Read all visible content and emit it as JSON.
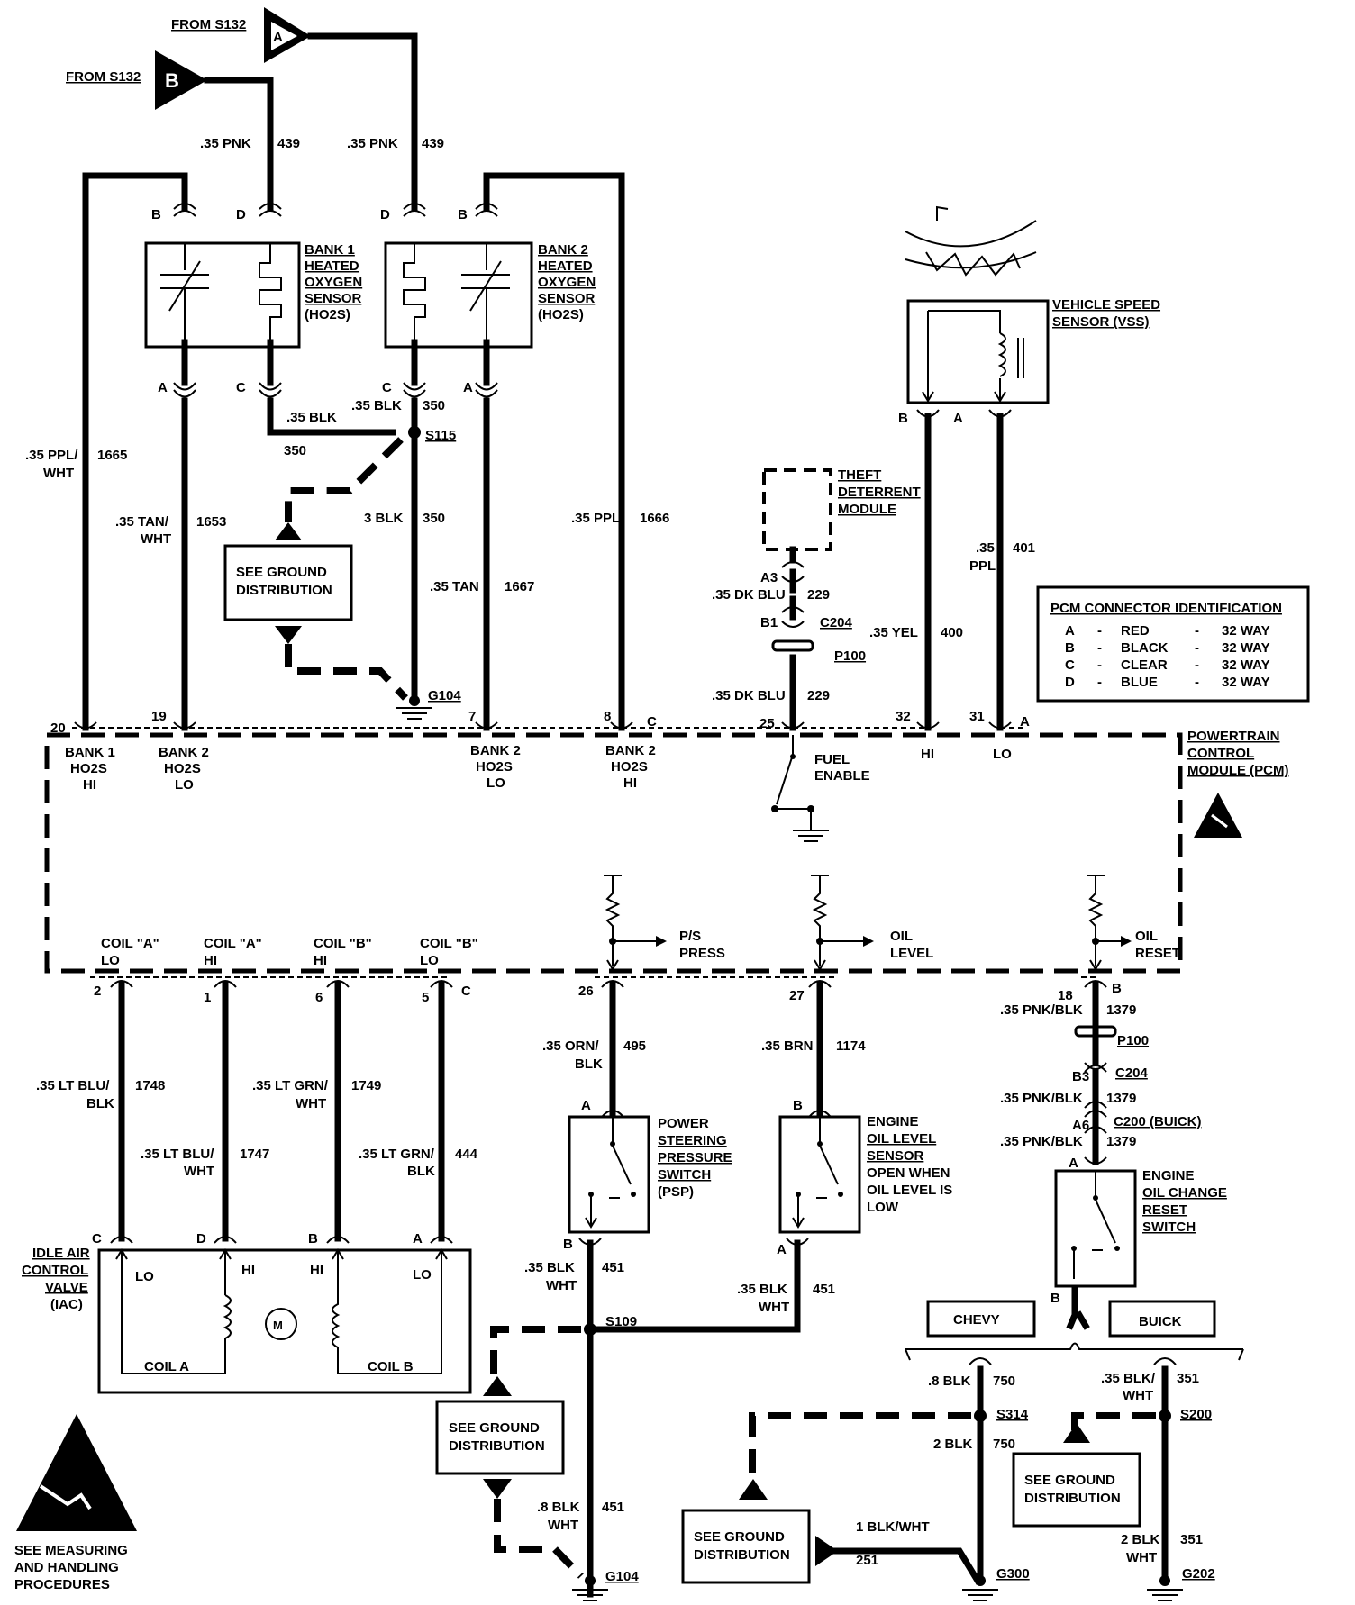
{
  "refs": {
    "from_a": "FROM S132",
    "from_b": "FROM S132",
    "flag_a": "A",
    "flag_b": "B"
  },
  "wires": {
    "w439_left_color": ".35 PNK",
    "w439_left_num": "439",
    "w439_right_color": ".35 PNK",
    "w439_right_num": "439",
    "w1665_color_1": ".35 PPL/",
    "w1665_color_2": "WHT",
    "w1665_num": "1665",
    "w1653_color_1": ".35 TAN/",
    "w1653_color_2": "WHT",
    "w1653_num": "1653",
    "w350_a_color": ".35 BLK",
    "w350_a_num": "350",
    "w350_b_color": ".35 BLK",
    "w350_b_num": "350",
    "w350_c_color": "3 BLK",
    "w350_c_num": "350",
    "w1667_color": ".35 TAN",
    "w1667_num": "1667",
    "w1666_color": ".35 PPL",
    "w1666_num": "1666",
    "w229_top_color": ".35 DK BLU",
    "w229_top_num": "229",
    "w229_bot_color": ".35 DK BLU",
    "w229_bot_num": "229",
    "w400_color": ".35 YEL",
    "w400_num": "400",
    "w401_color_1": ".35",
    "w401_color_2": "PPL",
    "w401_num": "401",
    "w1748_color_1": ".35 LT BLU/",
    "w1748_color_2": "BLK",
    "w1748_num": "1748",
    "w1747_color_1": ".35 LT BLU/",
    "w1747_color_2": "WHT",
    "w1747_num": "1747",
    "w1749_color_1": ".35 LT GRN/",
    "w1749_color_2": "WHT",
    "w1749_num": "1749",
    "w444_color_1": ".35 LT GRN/",
    "w444_color_2": "BLK",
    "w444_num": "444",
    "w495_color_1": ".35 ORN/",
    "w495_color_2": "BLK",
    "w495_num": "495",
    "w1174_color": ".35 BRN",
    "w1174_num": "1174",
    "w1379_a_color": ".35 PNK/BLK",
    "w1379_a_num": "1379",
    "w1379_b_color": ".35 PNK/BLK",
    "w1379_b_num": "1379",
    "w1379_c_color": ".35 PNK/BLK",
    "w1379_c_num": "1379",
    "w451_a_color_1": ".35 BLK",
    "w451_a_color_2": "WHT",
    "w451_a_num": "451",
    "w451_b_color_1": ".35 BLK",
    "w451_b_color_2": "WHT",
    "w451_b_num": "451",
    "w451_c_color_1": ".8 BLK",
    "w451_c_color_2": "WHT",
    "w451_c_num": "451",
    "w750_a_color": ".8 BLK",
    "w750_a_num": "750",
    "w750_b_color": "2 BLK",
    "w750_b_num": "750",
    "w351_a_color_1": ".35 BLK/",
    "w351_a_color_2": "WHT",
    "w351_a_num": "351",
    "w351_b_color_1": "2 BLK",
    "w351_b_color_2": "WHT",
    "w351_b_num": "351",
    "w251_color": "1 BLK/WHT",
    "w251_num": "251"
  },
  "splices": {
    "s115": "S115",
    "s109": "S109",
    "s314": "S314",
    "s200": "S200"
  },
  "grounds": {
    "g104_top": "G104",
    "g104_bot": "G104",
    "g300": "G300",
    "g202": "G202"
  },
  "connectors": {
    "c204_a": "C204",
    "c204_b": "C204",
    "p100_a": "P100",
    "p100_b": "P100",
    "c200": "C200 (BUICK)"
  },
  "pins": {
    "b": "B",
    "d": "D",
    "a": "A",
    "c": "C",
    "a3": "A3",
    "b1": "B1",
    "b3": "B3",
    "a6": "A6",
    "p20": "20",
    "p19": "19",
    "p7": "7",
    "p8": "8",
    "p25": "25",
    "p32": "32",
    "p31": "31",
    "p2": "2",
    "p1": "1",
    "p6": "6",
    "p5": "5",
    "p26": "26",
    "p27": "27",
    "p18": "18"
  },
  "components": {
    "bank1_sensor": [
      "BANK 1",
      "HEATED",
      "OXYGEN",
      "SENSOR",
      "(HO2S)"
    ],
    "bank2_sensor": [
      "BANK 2",
      "HEATED",
      "OXYGEN",
      "SENSOR",
      "(HO2S)"
    ],
    "vss": [
      "VEHICLE SPEED",
      "SENSOR (VSS)"
    ],
    "theft": [
      "THEFT",
      "DETERRENT",
      "MODULE"
    ],
    "pcm": [
      "POWERTRAIN",
      "CONTROL",
      "MODULE (PCM)"
    ],
    "iac": [
      "IDLE AIR",
      "CONTROL",
      "VALVE",
      "(IAC)"
    ],
    "psp": [
      "POWER",
      "STEERING",
      "PRESSURE",
      "SWITCH",
      "(PSP)"
    ],
    "oil_level": [
      "ENGINE",
      "OIL LEVEL",
      "SENSOR",
      "OPEN WHEN",
      "OIL LEVEL IS",
      "LOW"
    ],
    "oil_reset": [
      "ENGINE",
      "OIL CHANGE",
      "RESET",
      "SWITCH"
    ],
    "ground_dist": [
      "SEE GROUND",
      "DISTRIBUTION"
    ],
    "esd": [
      "SEE MEASURING",
      "AND HANDLING",
      "PROCEDURES"
    ],
    "iac_lo": "LO",
    "iac_hi": "HI",
    "coil_a": "COIL A",
    "coil_b": "COIL B",
    "motor": "M"
  },
  "pcm_pins": {
    "b1_hi": [
      "BANK 1",
      "HO2S",
      "HI"
    ],
    "b2_lo_left": [
      "BANK 2",
      "HO2S",
      "LO"
    ],
    "b2_lo": [
      "BANK 2",
      "HO2S",
      "LO"
    ],
    "b2_hi": [
      "BANK 2",
      "HO2S",
      "HI"
    ],
    "fuel_enable": [
      "FUEL",
      "ENABLE"
    ],
    "hi": "HI",
    "lo": "LO",
    "coil_a_lo": [
      "COIL \"A\"",
      "LO"
    ],
    "coil_a_hi": [
      "COIL \"A\"",
      "HI"
    ],
    "coil_b_hi": [
      "COIL \"B\"",
      "HI"
    ],
    "coil_b_lo": [
      "COIL \"B\"",
      "LO"
    ],
    "ps_press": [
      "P/S",
      "PRESS"
    ],
    "oil_level": [
      "OIL",
      "LEVEL"
    ],
    "oil_reset": [
      "OIL",
      "RESET"
    ]
  },
  "connector_table": {
    "title": "PCM CONNECTOR IDENTIFICATION",
    "rows": [
      [
        "A",
        "-",
        "RED",
        "-",
        "32 WAY"
      ],
      [
        "B",
        "-",
        "BLACK",
        "-",
        "32 WAY"
      ],
      [
        "C",
        "-",
        "CLEAR",
        "-",
        "32 WAY"
      ],
      [
        "D",
        "-",
        "BLUE",
        "-",
        "32 WAY"
      ]
    ]
  },
  "variants": {
    "chevy": "CHEVY",
    "buick": "BUICK"
  }
}
